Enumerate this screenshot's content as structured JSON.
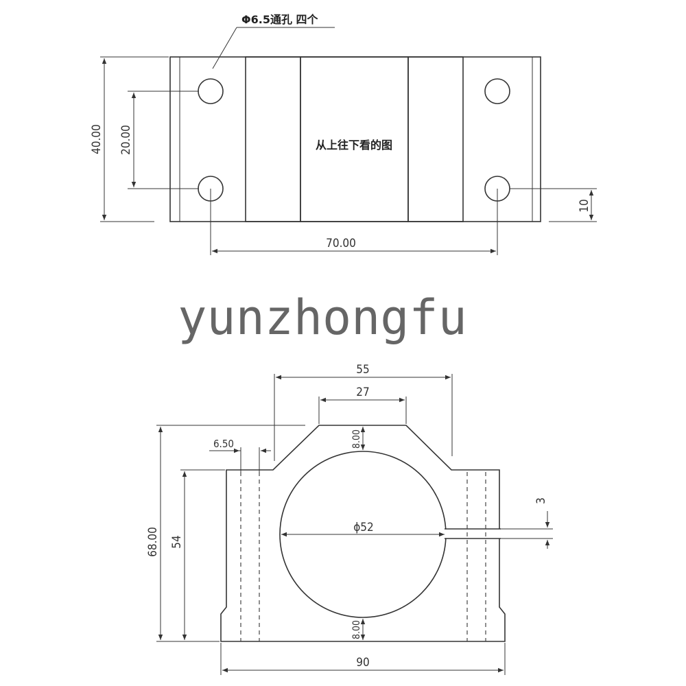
{
  "top_view": {
    "hole_note": "Φ6.5通孔 四个",
    "label": "从上往下看的图",
    "dim_height": "40.00",
    "dim_hole_spacing_v": "20.00",
    "dim_hole_spacing_h": "70.00",
    "dim_edge_offset": "10"
  },
  "watermark": "yunzhongfu",
  "front_view": {
    "dim_top_width": "55",
    "dim_top_flat": "27",
    "dim_hole_width": "6.50",
    "dim_top_thickness": "8.00",
    "dim_total_height": "68.00",
    "dim_side_height": "54",
    "dim_bore": "ϕ52",
    "dim_slot": "3",
    "dim_bottom_thickness": "8.00",
    "dim_total_width": "90"
  }
}
